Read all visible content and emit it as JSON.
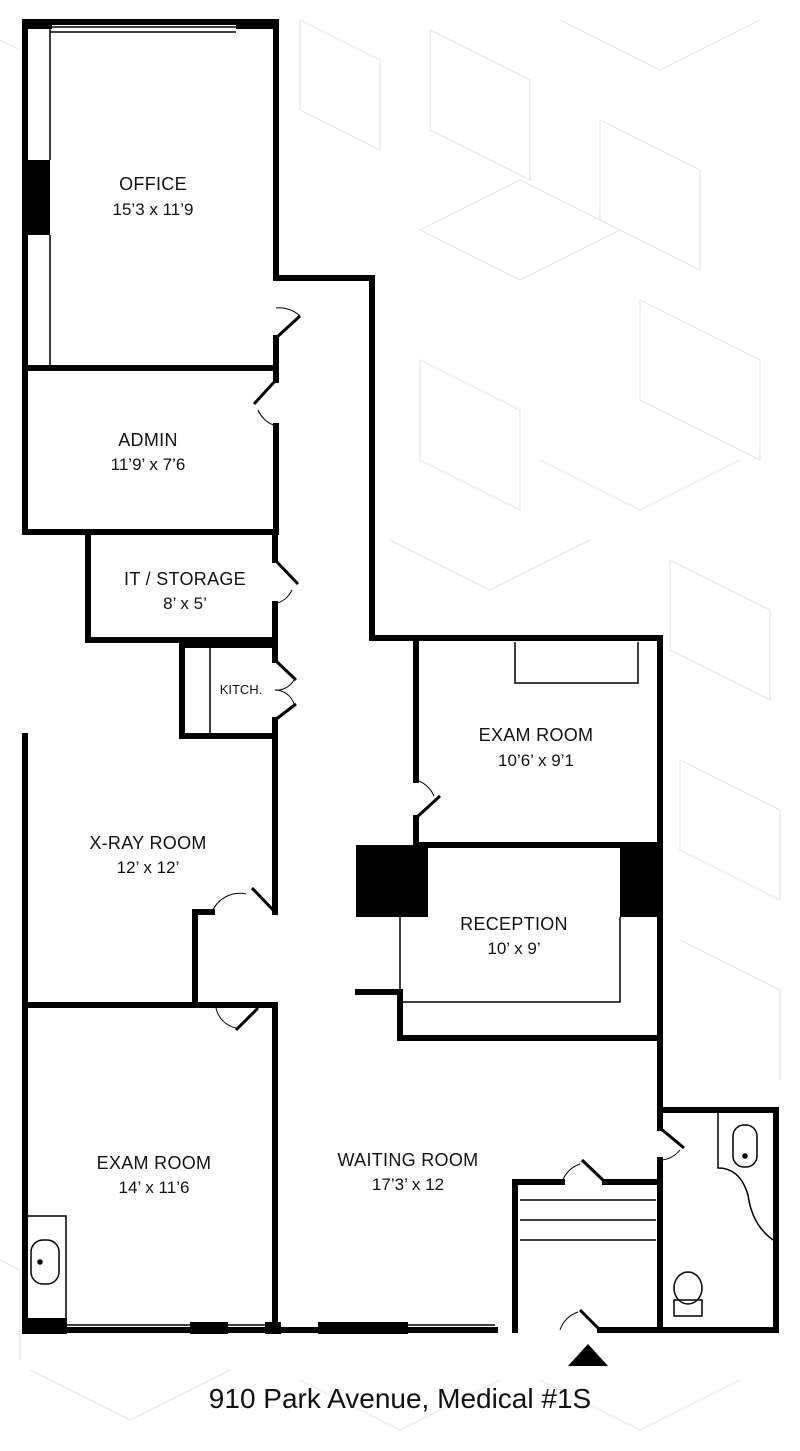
{
  "address": "910 Park Avenue, Medical #1S",
  "colors": {
    "wall": "#000000",
    "background": "#ffffff",
    "pattern": "#ececec"
  },
  "rooms": {
    "office": {
      "name": "OFFICE",
      "dims": "15’3 x 11’9"
    },
    "admin": {
      "name": "ADMIN",
      "dims": "11’9’ x 7’6"
    },
    "it_storage": {
      "name": "IT / STORAGE",
      "dims": "8’ x 5’"
    },
    "kitchen": {
      "name": "KITCH."
    },
    "xray": {
      "name": "X-RAY ROOM",
      "dims": "12’ x 12’"
    },
    "exam_upper": {
      "name": "EXAM ROOM",
      "dims": "10’6’ x 9’1"
    },
    "reception": {
      "name": "RECEPTION",
      "dims": "10’ x 9’"
    },
    "exam_lower": {
      "name": "EXAM ROOM",
      "dims": "14’ x 11’6"
    },
    "waiting": {
      "name": "WAITING ROOM",
      "dims": "17’3’ x 12"
    }
  }
}
